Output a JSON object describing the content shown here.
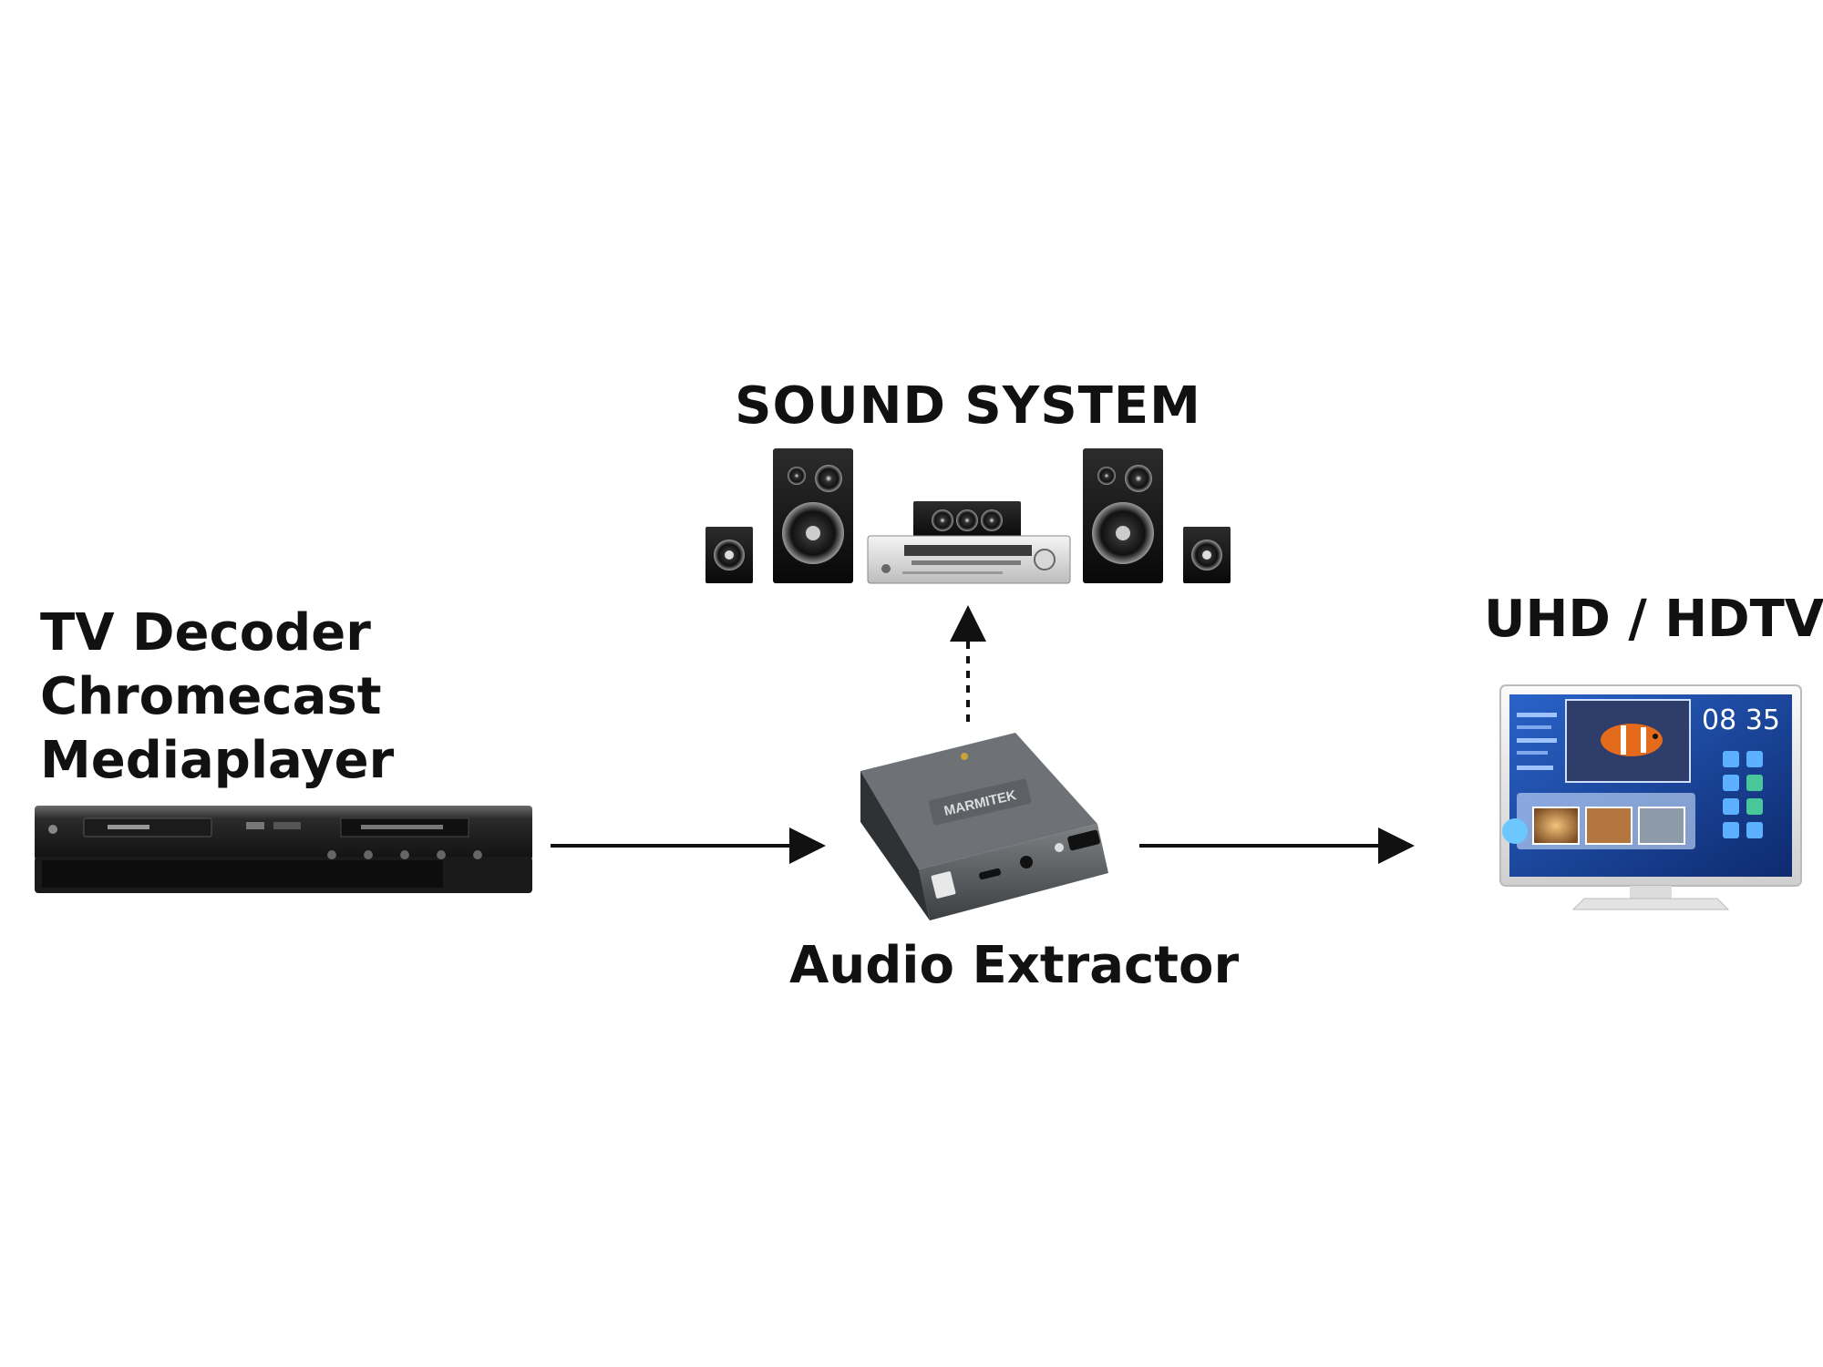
{
  "diagram": {
    "sound_system": {
      "label": "SOUND SYSTEM"
    },
    "source": {
      "lines": [
        "TV Decoder",
        "Chromecast",
        "Mediaplayer"
      ]
    },
    "display": {
      "label": "UHD / HDTV",
      "screen_clock": "08 35"
    },
    "extractor": {
      "label": "Audio Extractor",
      "brand": "MARMITEK"
    },
    "arrows": [
      {
        "from": "source",
        "to": "extractor",
        "style": "solid"
      },
      {
        "from": "extractor",
        "to": "display",
        "style": "solid"
      },
      {
        "from": "extractor",
        "to": "sound_system",
        "style": "dotted"
      }
    ]
  }
}
